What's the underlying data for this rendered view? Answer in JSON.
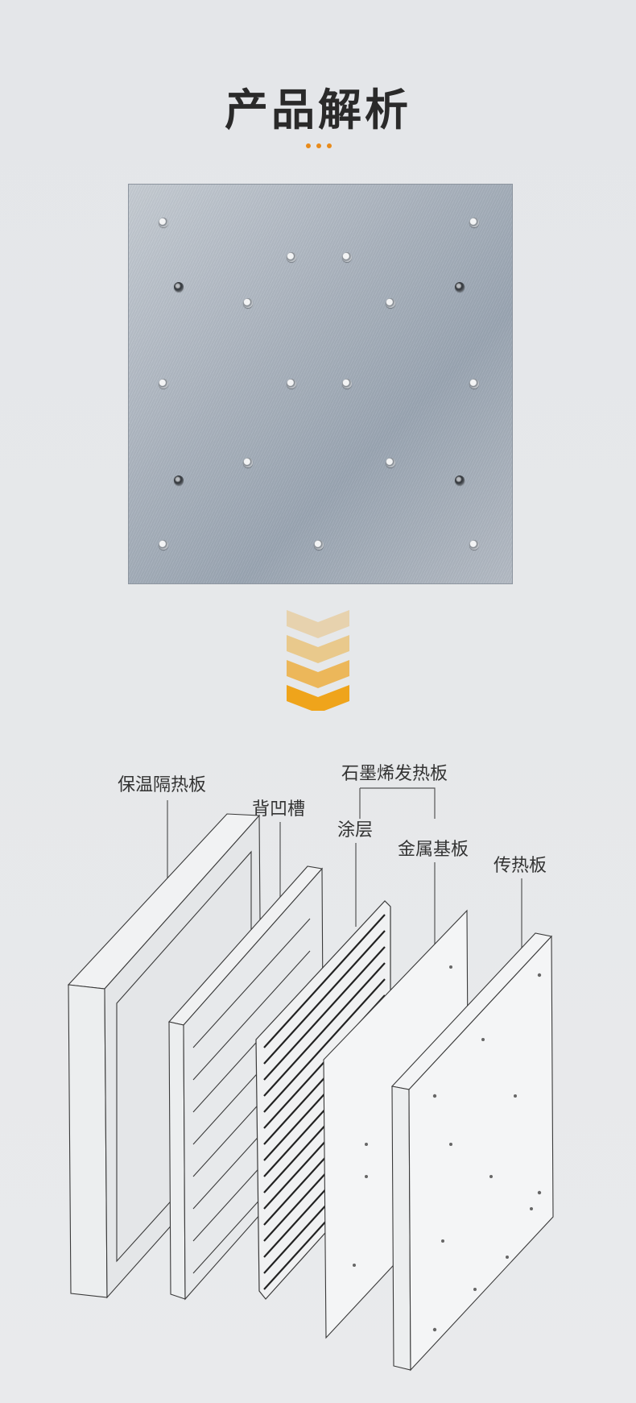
{
  "header": {
    "title": "产品解析"
  },
  "colors": {
    "accent": "#e88b1b",
    "chevron_light": "#e7d2ae",
    "chevron_dark": "#efa41b"
  },
  "diagram": {
    "labels": {
      "insulation": "保温隔热板",
      "back_groove": "背凹槽",
      "graphene": "石墨烯发热板",
      "coating": "涂层",
      "metal_base": "金属基板",
      "heat_transfer": "传热板"
    }
  }
}
